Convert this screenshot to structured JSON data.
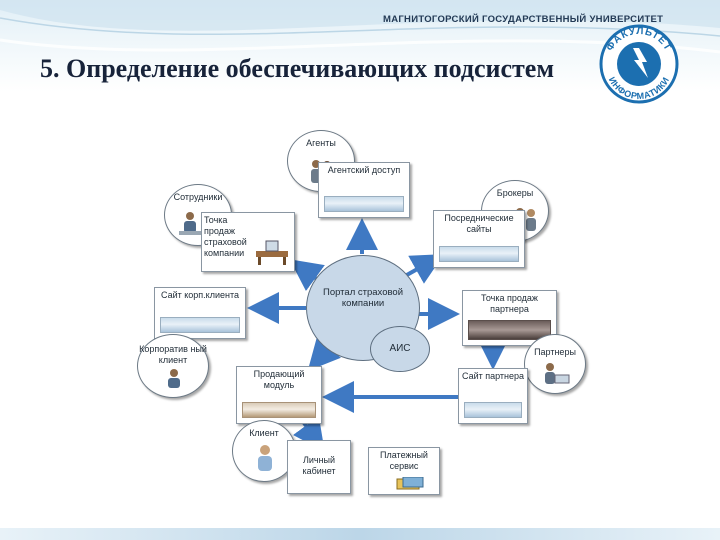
{
  "header": {
    "university": "МАГНИТОГОРСКИЙ ГОСУДАРСТВЕННЫЙ УНИВЕРСИТЕТ",
    "slide_title": "5. Определение обеспечивающих подсистем",
    "logo_text_top": "ФАКУЛЬТЕТ",
    "logo_text_bottom": "ИНФОРМАТИКИ",
    "logo_color": "#1c6fb0"
  },
  "diagram": {
    "center": {
      "portal": "Портал страховой компании",
      "ais": "АИС"
    },
    "nodes": {
      "agents": "Агенты",
      "agent_access": "Агентский доступ",
      "brokers": "Брокеры",
      "intermediary_sites": "Посреднические сайты",
      "employees": "Сотрудники",
      "insurer_sales_point": "Точка продаж страховой компании",
      "corp_client_site": "Сайт корп.клиента",
      "corporate_client": "Корпоратив ный клиент",
      "partner_sales_point": "Точка продаж партнера",
      "partners": "Партнеры",
      "partner_site": "Сайт партнера",
      "sales_module": "Продающий модуль",
      "client": "Клиент",
      "personal_cabinet": "Личный кабинет",
      "payment_service": "Платежный сервис"
    },
    "arrow_color": "#3f79c3"
  }
}
